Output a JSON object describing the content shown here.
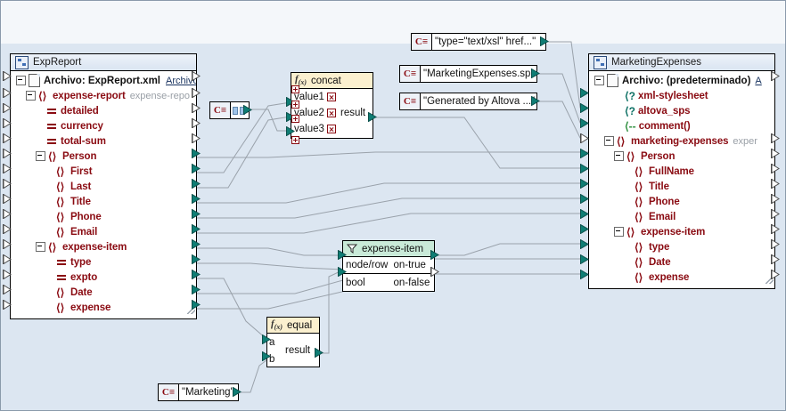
{
  "app": {
    "type": "mapforce-mapping-canvas"
  },
  "source_component": {
    "title": "ExpReport",
    "icon": "component-icon",
    "file_row": {
      "label": "Archivo: ExpReport.xml",
      "link": "Archivo",
      "icon": "file-icon"
    },
    "nodes": [
      {
        "label": "expense-report",
        "grey": "expense-repo",
        "icon": "element-icon",
        "indent": 1,
        "expander": "minus"
      },
      {
        "label": "detailed",
        "icon": "attribute-icon",
        "indent": 2,
        "expander": "none"
      },
      {
        "label": "currency",
        "icon": "attribute-icon",
        "indent": 2,
        "expander": "none"
      },
      {
        "label": "total-sum",
        "icon": "attribute-icon",
        "indent": 2,
        "expander": "none"
      },
      {
        "label": "Person",
        "icon": "element-icon",
        "indent": 2,
        "expander": "minus"
      },
      {
        "label": "First",
        "icon": "element-icon",
        "indent": 3,
        "expander": "none"
      },
      {
        "label": "Last",
        "icon": "element-icon",
        "indent": 3,
        "expander": "none"
      },
      {
        "label": "Title",
        "icon": "element-icon",
        "indent": 3,
        "expander": "none"
      },
      {
        "label": "Phone",
        "icon": "element-icon",
        "indent": 3,
        "expander": "none"
      },
      {
        "label": "Email",
        "icon": "element-icon",
        "indent": 3,
        "expander": "none"
      },
      {
        "label": "expense-item",
        "icon": "element-icon",
        "indent": 2,
        "expander": "minus"
      },
      {
        "label": "type",
        "icon": "attribute-icon",
        "indent": 3,
        "expander": "none"
      },
      {
        "label": "expto",
        "icon": "attribute-icon",
        "indent": 3,
        "expander": "none"
      },
      {
        "label": "Date",
        "icon": "element-icon",
        "indent": 3,
        "expander": "none"
      },
      {
        "label": "expense",
        "icon": "element-icon",
        "indent": 3,
        "expander": "none"
      }
    ]
  },
  "target_component": {
    "title": "MarketingExpenses",
    "icon": "component-icon",
    "file_row": {
      "label": "Archivo: (predeterminado)",
      "link": "A",
      "icon": "file-icon"
    },
    "nodes": [
      {
        "label": "xml-stylesheet",
        "icon": "processing-instruction-icon",
        "indent": 2,
        "expander": "none"
      },
      {
        "label": "altova_sps",
        "icon": "processing-instruction-icon",
        "indent": 2,
        "expander": "none"
      },
      {
        "label": "comment()",
        "icon": "comment-icon",
        "indent": 2,
        "expander": "none"
      },
      {
        "label": "marketing-expenses",
        "grey": "exper",
        "icon": "element-icon",
        "indent": 1,
        "expander": "minus"
      },
      {
        "label": "Person",
        "icon": "element-icon",
        "indent": 2,
        "expander": "minus"
      },
      {
        "label": "FullName",
        "icon": "element-icon",
        "indent": 3,
        "expander": "none"
      },
      {
        "label": "Title",
        "icon": "element-icon",
        "indent": 3,
        "expander": "none"
      },
      {
        "label": "Phone",
        "icon": "element-icon",
        "indent": 3,
        "expander": "none"
      },
      {
        "label": "Email",
        "icon": "element-icon",
        "indent": 3,
        "expander": "none"
      },
      {
        "label": "expense-item",
        "icon": "element-icon",
        "indent": 2,
        "expander": "minus"
      },
      {
        "label": "type",
        "icon": "element-icon",
        "indent": 3,
        "expander": "none"
      },
      {
        "label": "Date",
        "icon": "element-icon",
        "indent": 3,
        "expander": "none"
      },
      {
        "label": "expense",
        "icon": "element-icon",
        "indent": 3,
        "expander": "none"
      }
    ]
  },
  "functions": {
    "concat": {
      "title": "concat",
      "icon": "function-icon",
      "inputs": [
        "value1",
        "value2",
        "value3"
      ],
      "outputs": [
        "result"
      ]
    },
    "equal": {
      "title": "equal",
      "icon": "function-icon",
      "inputs": [
        "a",
        "b"
      ],
      "outputs": [
        "result"
      ]
    },
    "filter": {
      "title": "expense-item",
      "icon": "filter-icon",
      "inputs": [
        "node/row",
        "bool"
      ],
      "outputs": [
        "on-true",
        "on-false"
      ]
    }
  },
  "constants": [
    {
      "name": "const-space",
      "value": "\" \"",
      "icon": "constant-icon"
    },
    {
      "name": "const-stylesheet-type",
      "value": "\"type=\"text/xsl\" href...\"",
      "icon": "constant-icon"
    },
    {
      "name": "const-sps",
      "value": "\"MarketingExpenses.sp...\"",
      "icon": "constant-icon"
    },
    {
      "name": "const-comment",
      "value": "\"Generated by Altova ...\"",
      "icon": "constant-icon"
    },
    {
      "name": "const-marketing",
      "value": "\"Marketing\"",
      "icon": "constant-icon"
    }
  ],
  "colors": {
    "canvas_bg": "#dce6f1",
    "node_text": "#8a0b12",
    "connector": "#0f7d74",
    "function_header": "#fbf0cf",
    "filter_header": "#c9ead8",
    "component_header": "#e4ecf7"
  }
}
